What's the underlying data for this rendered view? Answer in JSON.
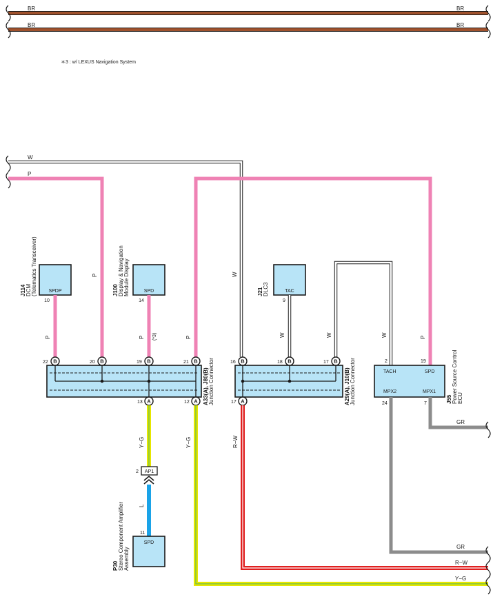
{
  "colors": {
    "BR": "#a0522d",
    "P": "#ef82b4",
    "W": "#ffffff",
    "Y_G_yellow": "#e6e600",
    "Y_G_green": "#7cc242",
    "R_W": "#e02020",
    "L": "#1aa3e8",
    "GR": "#8c8c8c",
    "box_fill": "#b8e4f7"
  },
  "top_wires": {
    "br_label": "BR"
  },
  "note": "＊3 : w/ LEXUS Navigation System",
  "wire_labels": {
    "w": "W",
    "p": "P",
    "yg": "Y−G",
    "rw": "R−W",
    "l": "L",
    "gr": "GR",
    "star3": "(*3)"
  },
  "components": {
    "j114": {
      "code": "J114",
      "name": "DCM",
      "sub": "(Telematics Transceiver)",
      "terminal": "SPDP",
      "pin": "10"
    },
    "j100": {
      "code": "J100",
      "name": "Display & Navigation",
      "sub": "Module Display",
      "terminal": "SPD",
      "pin": "14"
    },
    "j21": {
      "code": "J21",
      "name": "DLC3",
      "terminal": "TAC",
      "pin": "9"
    },
    "p30": {
      "code": "P30",
      "name": "Stereo Component Amplifier",
      "sub": "Assembly",
      "terminal": "SPD",
      "pin": "11"
    },
    "j55": {
      "code": "J55",
      "name": "Power Source Control",
      "sub": "ECU",
      "terminals": [
        "TACH",
        "SPD",
        "MPX2",
        "MPX1"
      ],
      "pins": [
        "2",
        "19",
        "24",
        "7"
      ]
    }
  },
  "junction_a": {
    "code": "A33(A), J80(B)",
    "name": "Junction Connector",
    "top_pins": [
      {
        "num": "22",
        "letter": "B"
      },
      {
        "num": "20",
        "letter": "B"
      },
      {
        "num": "19",
        "letter": "B"
      },
      {
        "num": "21",
        "letter": "B"
      }
    ],
    "bottom_pins": [
      {
        "num": "13",
        "letter": "A"
      },
      {
        "num": "12",
        "letter": "A"
      }
    ]
  },
  "junction_b": {
    "code": "A29(A), J10(B)",
    "name": "Junction Connector",
    "top_pins": [
      {
        "num": "16",
        "letter": "B"
      },
      {
        "num": "18",
        "letter": "B"
      },
      {
        "num": "17",
        "letter": "B"
      }
    ],
    "bottom_pins": [
      {
        "num": "17",
        "letter": "A"
      }
    ]
  },
  "connector_ap1": {
    "pin": "2",
    "code": "AP1"
  }
}
